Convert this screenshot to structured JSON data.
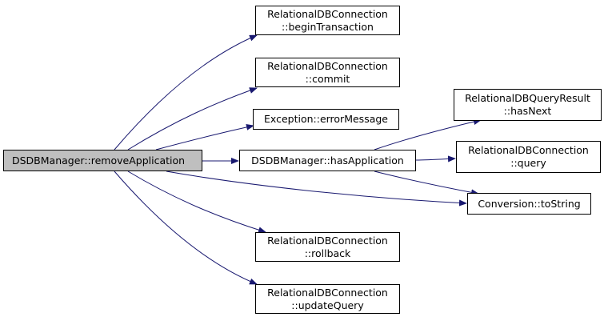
{
  "diagram": {
    "root": {
      "label": "DSDBManager::removeApplication"
    },
    "nodes": [
      {
        "id": "beginTransaction",
        "lines": [
          "RelationalDBConnection",
          "::beginTransaction"
        ]
      },
      {
        "id": "commit",
        "lines": [
          "RelationalDBConnection",
          "::commit"
        ]
      },
      {
        "id": "errorMessage",
        "lines": [
          "Exception::errorMessage"
        ]
      },
      {
        "id": "hasApplication",
        "lines": [
          "DSDBManager::hasApplication"
        ]
      },
      {
        "id": "rollback",
        "lines": [
          "RelationalDBConnection",
          "::rollback"
        ]
      },
      {
        "id": "updateQuery",
        "lines": [
          "RelationalDBConnection",
          "::updateQuery"
        ]
      },
      {
        "id": "hasNext",
        "lines": [
          "RelationalDBQueryResult",
          "::hasNext"
        ]
      },
      {
        "id": "query",
        "lines": [
          "RelationalDBConnection",
          "::query"
        ]
      },
      {
        "id": "toString",
        "lines": [
          "Conversion::toString"
        ]
      }
    ],
    "edges": [
      [
        "root",
        "beginTransaction"
      ],
      [
        "root",
        "commit"
      ],
      [
        "root",
        "errorMessage"
      ],
      [
        "root",
        "hasApplication"
      ],
      [
        "root",
        "toString"
      ],
      [
        "root",
        "rollback"
      ],
      [
        "root",
        "updateQuery"
      ],
      [
        "hasApplication",
        "hasNext"
      ],
      [
        "hasApplication",
        "query"
      ],
      [
        "hasApplication",
        "toString"
      ]
    ],
    "colors": {
      "edge": "#191970",
      "root_fill": "#bfbfbf",
      "node_fill": "#ffffff",
      "border": "#000000"
    }
  }
}
